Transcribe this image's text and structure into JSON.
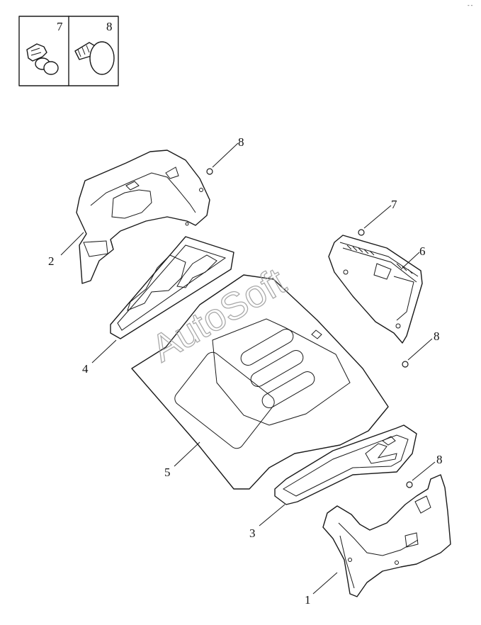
{
  "watermark": "AutoSoft",
  "legend": {
    "left_number": "7",
    "right_number": "8"
  },
  "callouts": [
    {
      "id": "1",
      "label": "1"
    },
    {
      "id": "2",
      "label": "2"
    },
    {
      "id": "3",
      "label": "3"
    },
    {
      "id": "4",
      "label": "4"
    },
    {
      "id": "5",
      "label": "5"
    },
    {
      "id": "6",
      "label": "6"
    },
    {
      "id": "7",
      "label": "7"
    },
    {
      "id": "8a",
      "label": "8"
    },
    {
      "id": "8b",
      "label": "8"
    },
    {
      "id": "8c",
      "label": "8"
    }
  ]
}
